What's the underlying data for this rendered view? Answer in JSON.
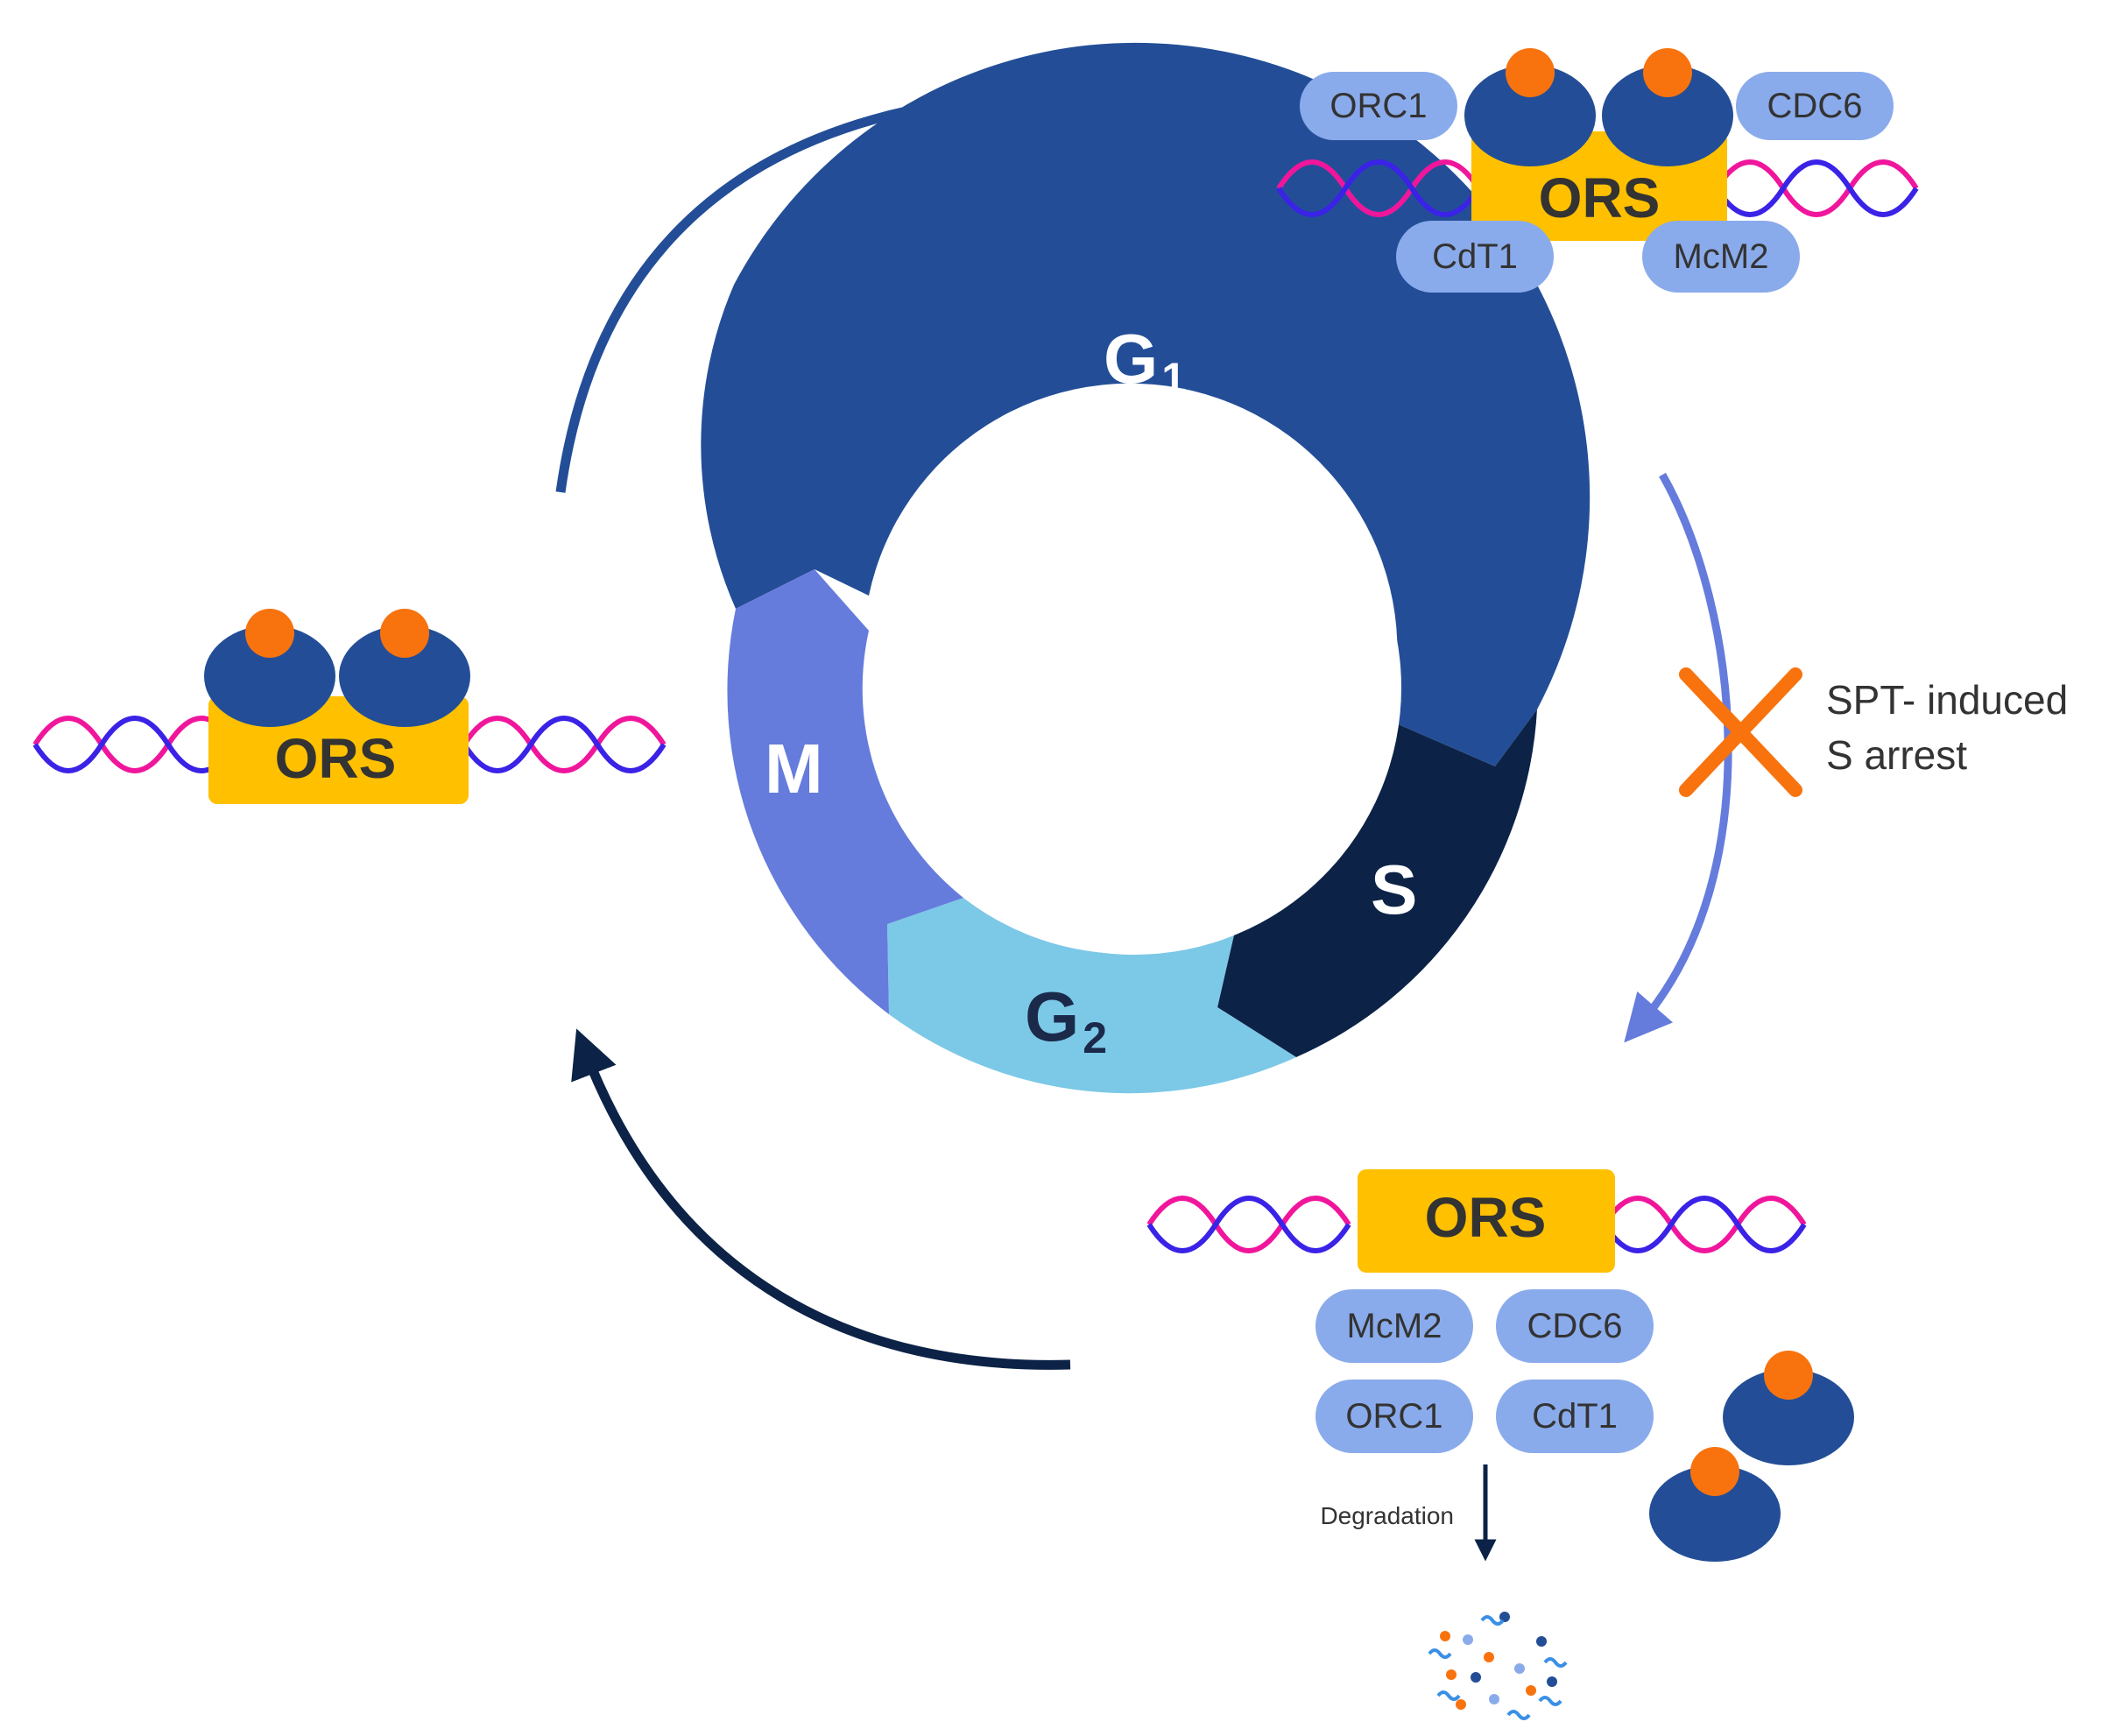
{
  "colors": {
    "g1": "#234E97",
    "s": "#0C2347",
    "g2": "#7CC8E7",
    "m": "#657CDD",
    "ors_box": "#FFC000",
    "protein_pill": "#8AABEB",
    "mcm_dark": "#234E97",
    "orange_dot": "#F8730E",
    "dna_pink": "#F0169C",
    "dna_blue": "#3A22E6",
    "block_cross": "#F8730E"
  },
  "cycle": {
    "g1": {
      "letter": "G",
      "sub": "1"
    },
    "s": {
      "letter": "S"
    },
    "g2": {
      "letter": "G",
      "sub": "2"
    },
    "m": {
      "letter": "M"
    }
  },
  "top_complex": {
    "ors": "ORS",
    "labels": {
      "orc1": "ORC1",
      "cdc6": "CDC6",
      "cdt1": "CdT1",
      "mcm2": "McM2"
    }
  },
  "left_complex": {
    "ors": "ORS"
  },
  "bottom_complex": {
    "ors": "ORS",
    "labels": {
      "mcm2": "McM2",
      "cdc6": "CDC6",
      "orc1": "ORC1",
      "cdt1": "CdT1"
    },
    "degradation": "Degradation"
  },
  "block": {
    "line1": "SPT- induced",
    "line2": "S arrest"
  }
}
